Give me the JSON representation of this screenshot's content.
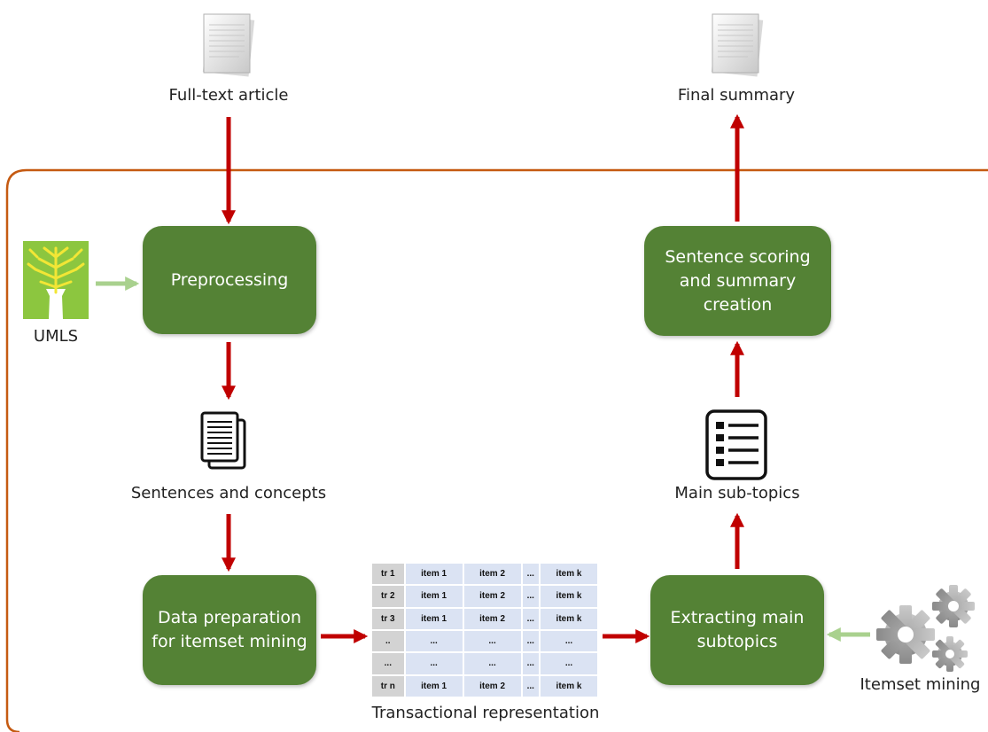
{
  "labels": {
    "input_doc": "Full-text article",
    "output_doc": "Final summary",
    "umls": "UMLS",
    "sentences": "Sentences and concepts",
    "subtopics": "Main sub-topics",
    "transactional": "Transactional representation",
    "itemset": "Itemset mining"
  },
  "boxes": {
    "preprocessing": "Preprocessing",
    "data_prep": "Data preparation\nfor itemset mining",
    "extracting": "Extracting main\nsubtopics",
    "scoring": "Sentence scoring\nand summary\ncreation"
  },
  "table": {
    "rows": [
      [
        "tr 1",
        "item 1",
        "item 2",
        "...",
        "item k"
      ],
      [
        "tr 2",
        "item 1",
        "item 2",
        "...",
        "item k"
      ],
      [
        "tr 3",
        "item 1",
        "item 2",
        "...",
        "item k"
      ],
      [
        "..",
        "...",
        "...",
        "...",
        "..."
      ],
      [
        "...",
        "...",
        "...",
        "...",
        "..."
      ],
      [
        "tr n",
        "item 1",
        "item 2",
        "...",
        "item k"
      ]
    ]
  },
  "colors": {
    "box_fill": "#548235",
    "arrow_red": "#c00000",
    "arrow_green": "#a9d18e",
    "frame": "#c55a11",
    "table_cell": "#dbe3f3",
    "table_first_col": "#d3d3d3"
  },
  "icons": {
    "document": "document-stack-icon",
    "umls_logo": "umls-tree-icon",
    "sentences": "document-pages-icon",
    "subtopics": "checklist-icon",
    "itemset": "gears-icon"
  }
}
